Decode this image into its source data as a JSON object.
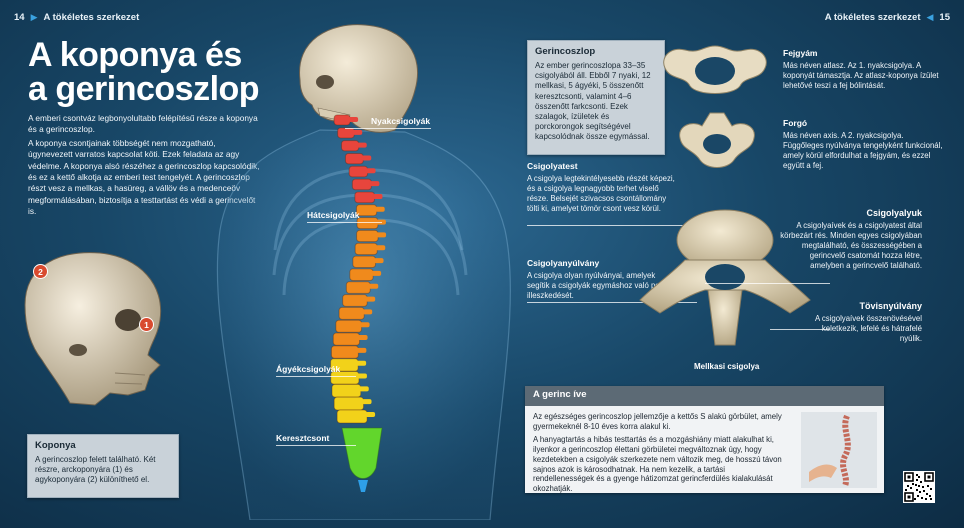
{
  "header": {
    "left_page": "14",
    "left_title": "A tökéletes szerkezet",
    "right_title": "A tökéletes szerkezet",
    "right_page": "15"
  },
  "title_line1": "A koponya és",
  "title_line2": "a gerincoszlop",
  "intro": {
    "p1": "A emberi csontváz legbonyolultabb felépítésű része a koponya és a gerincoszlop.",
    "p2": "A koponya csontjainak többségét nem mozgatható, úgynevezett varratos kapcsolat köti. Ezek feladata az agy védelme. A koponya alsó részéhez a gerincoszlop kapcsolódik, és ez a kettő alkotja az emberi test tengelyét. A gerincoszlop részt vesz a mellkas, a hasüreg, a vállöv és a medenceöv megformálásában, biztosítja a testtartást és védi a gerincvelőt is."
  },
  "koponya": {
    "title": "Koponya",
    "text": "A gerincoszlop felett található. Két részre, arckoponyára (1) és agykoponyára (2) különíthető el.",
    "badge1": "1",
    "badge2": "2"
  },
  "spine_labels": {
    "neck": "Nyakcsigolyák",
    "back": "Hátcsigolyák",
    "lumbar": "Ágyékcsigolyák",
    "sacrum": "Keresztcsont"
  },
  "gerincoszlop": {
    "title": "Gerincoszlop",
    "text": "Az ember gerincoszlopa 33–35 csigolyából áll. Ebből 7 nyaki, 12 mellkasi, 5 ágyéki, 5 összenőtt keresztcsonti, valamint 4–6 összenőtt farkcsonti. Ezek szalagok, ízületek és porckorongok segítségével kapcsolódnak össze egymással."
  },
  "csigolyatest": {
    "title": "Csigolyatest",
    "text": "A csigolya legtekintélyesebb részét képezi, és a csigolya legnagyobb terhet viselő része. Belsejét szivacsos csontállomány tölti ki, amelyet tömör csont vesz körül."
  },
  "csigolyanyulvany": {
    "title": "Csigolyanyúlvány",
    "text": "A csigolya olyan nyúlványai, amelyek segítik a csigolyák egymáshoz való pontos illeszkedését."
  },
  "fejgyam": {
    "title": "Fejgyám",
    "text": "Más néven atlasz. Az 1. nyakcsigolya. A koponyát támasztja. Az atlasz-koponya ízület lehetővé teszi a fej bólintását."
  },
  "forgo": {
    "title": "Forgó",
    "text": "Más néven axis. A 2. nyakcsigolya. Függőleges nyúlványa tengelyként funkcionál, amely körül elfordulhat a fejgyám, és ezzel együtt a fej."
  },
  "csigolyalyuk": {
    "title": "Csigolyalyuk",
    "text": "A csigolyaívek és a csigolyatest által körbezárt rés. Minden egyes csigolyában megtalálható, és összességében a gerincvelő csatornát hozza létre, amelyben a gerincvelő található."
  },
  "tovisnyulvany": {
    "title": "Tövisnyúlvány",
    "text": "A csigolyaívek összenövésével keletkezik, lefelé és hátrafelé nyúlik."
  },
  "mellkasi_label": "Mellkasi csigolya",
  "gerinc_ive": {
    "title": "A gerinc íve",
    "p1": "Az egészséges gerincoszlop jellemzője a kettős S alakú görbület, amely gyermekeknél 8-10 éves korra alakul ki.",
    "p2": "A hanyagtartás a hibás testtartás és a mozgáshiány miatt alakulhat ki, ilyenkor a gerincoszlop élettani görbületei megváltoznak úgy, hogy kezdetekben a csigolyák szerkezete nem változik meg, de hosszú távon sajnos azok is károsodhatnak. Ha nem kezelik, a tartási rendellenességek és a gyenge hátizomzat gerincferdülés kialakulását okozhatják."
  },
  "colors": {
    "cervical": "#e8453c",
    "thoracic": "#f08a1c",
    "lumbar": "#f2d21a",
    "sacrum": "#62d62c",
    "coccyx": "#2e9fe8",
    "accent": "#3aa2e0"
  }
}
